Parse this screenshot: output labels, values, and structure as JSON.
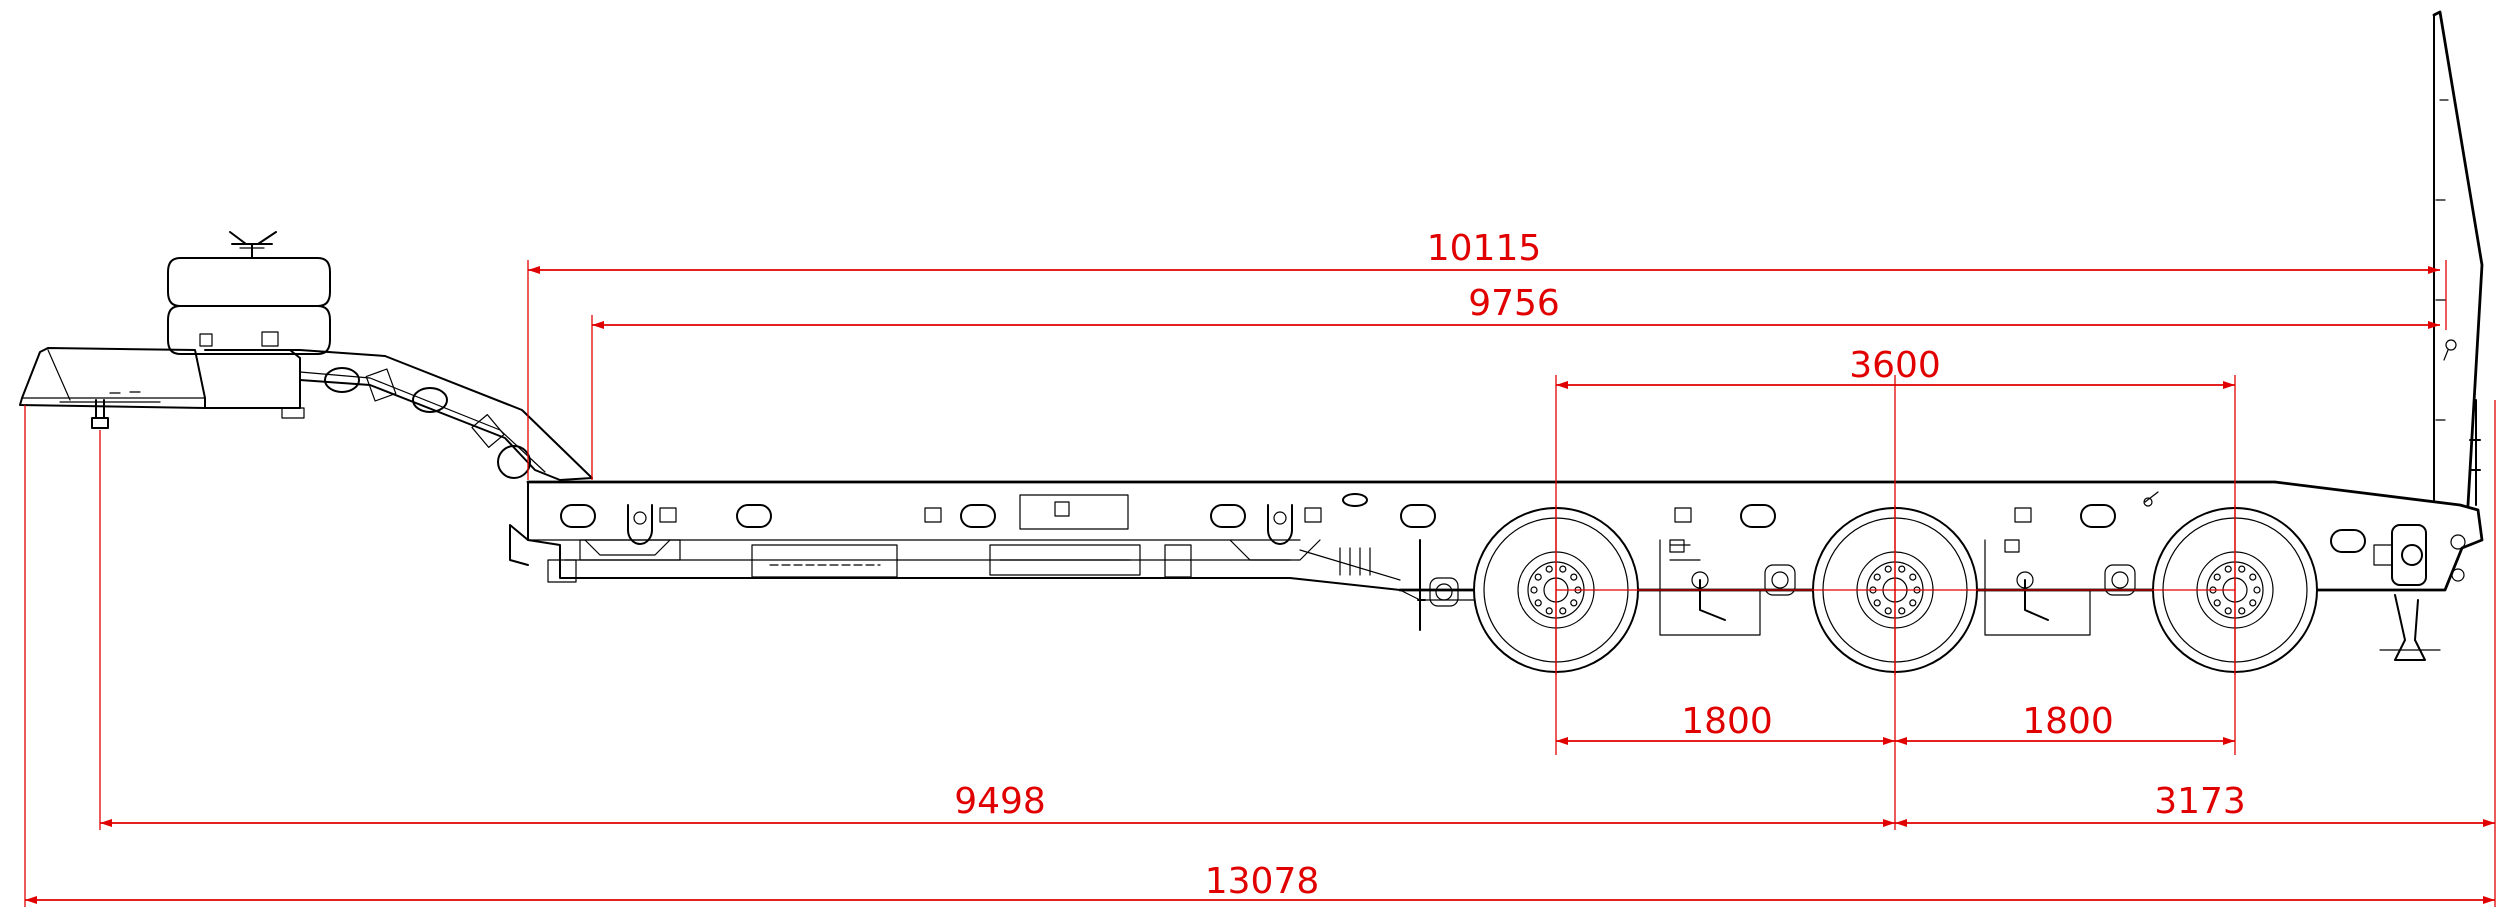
{
  "colors": {
    "dimension": "#e10000",
    "linework": "#000000",
    "background": "#ffffff"
  },
  "dimensions": {
    "d10115": "10115",
    "d9756": "9756",
    "d3600": "3600",
    "d1800a": "1800",
    "d1800b": "1800",
    "d9498": "9498",
    "d3173": "3173",
    "d13078": "13078"
  }
}
